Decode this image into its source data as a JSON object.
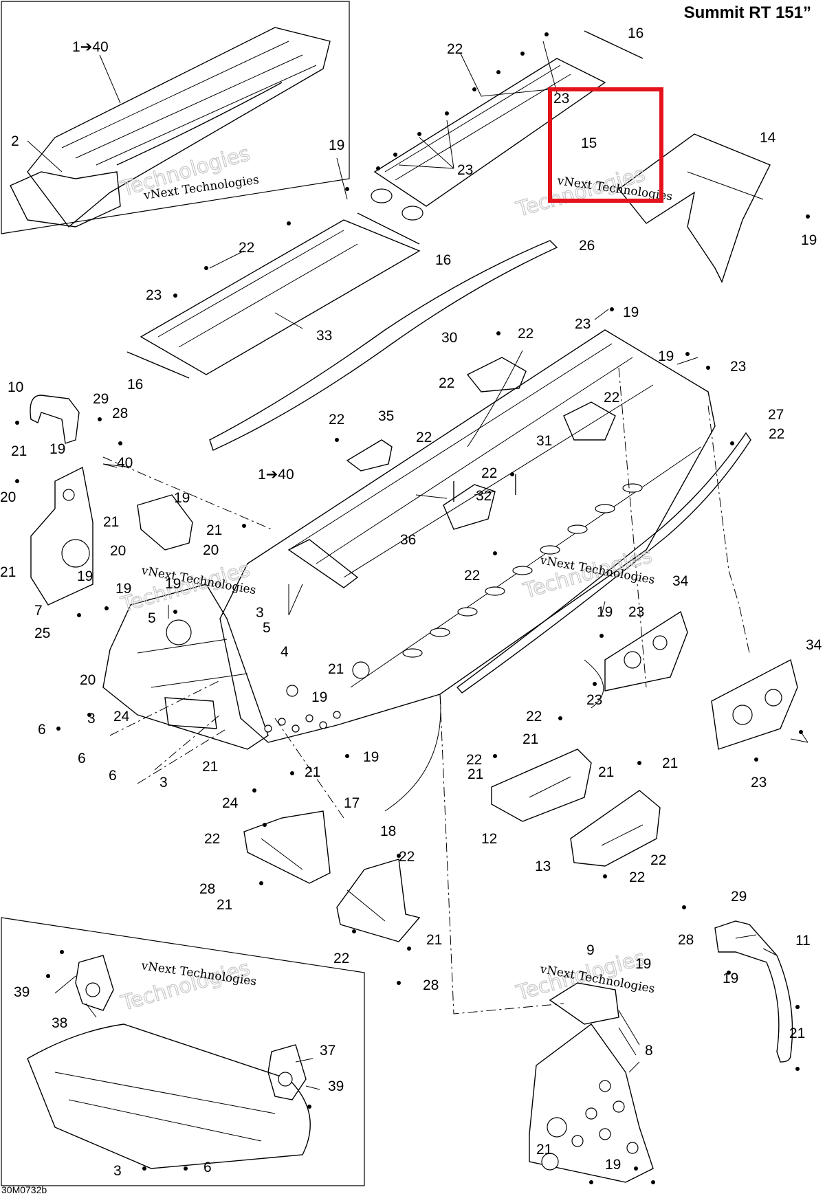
{
  "title": "Summit RT 151”",
  "drawing_code": "30M0732b",
  "highlight_color": "#e3121b",
  "watermark": "vNext Technologies",
  "callouts": [
    {
      "id": "c1",
      "text": "1➔40"
    },
    {
      "id": "c2",
      "text": "2"
    },
    {
      "id": "c16a",
      "text": "16"
    },
    {
      "id": "c22a",
      "text": "22"
    },
    {
      "id": "c23a",
      "text": "23"
    },
    {
      "id": "c15",
      "text": "15"
    },
    {
      "id": "c23b",
      "text": "23"
    },
    {
      "id": "c14",
      "text": "14"
    },
    {
      "id": "c19a",
      "text": "19"
    },
    {
      "id": "c19b",
      "text": "19"
    },
    {
      "id": "c16b",
      "text": "16"
    },
    {
      "id": "c26",
      "text": "26"
    },
    {
      "id": "c22b",
      "text": "22"
    },
    {
      "id": "c23c",
      "text": "23"
    },
    {
      "id": "c33",
      "text": "33"
    },
    {
      "id": "c16c",
      "text": "16"
    },
    {
      "id": "c23d",
      "text": "23"
    },
    {
      "id": "c19c",
      "text": "19"
    },
    {
      "id": "c30",
      "text": "30"
    },
    {
      "id": "c22c",
      "text": "22"
    },
    {
      "id": "c22d",
      "text": "22"
    },
    {
      "id": "c19d",
      "text": "19"
    },
    {
      "id": "c23e",
      "text": "23"
    },
    {
      "id": "c10",
      "text": "10"
    },
    {
      "id": "c29a",
      "text": "29"
    },
    {
      "id": "c28a",
      "text": "28"
    },
    {
      "id": "c22e",
      "text": "22"
    },
    {
      "id": "c27",
      "text": "27"
    },
    {
      "id": "c22f",
      "text": "22"
    },
    {
      "id": "c21a",
      "text": "21"
    },
    {
      "id": "c19e",
      "text": "19"
    },
    {
      "id": "c22g",
      "text": "22"
    },
    {
      "id": "c35",
      "text": "35"
    },
    {
      "id": "c22h",
      "text": "22"
    },
    {
      "id": "c31",
      "text": "31"
    },
    {
      "id": "c40",
      "text": "40"
    },
    {
      "id": "c1b",
      "text": "1➔40"
    },
    {
      "id": "c22i",
      "text": "22"
    },
    {
      "id": "c32",
      "text": "32"
    },
    {
      "id": "c20a",
      "text": "20"
    },
    {
      "id": "c19f",
      "text": "19"
    },
    {
      "id": "c21b",
      "text": "21"
    },
    {
      "id": "c21c",
      "text": "21"
    },
    {
      "id": "c20b",
      "text": "20"
    },
    {
      "id": "c20c",
      "text": "20"
    },
    {
      "id": "c36",
      "text": "36"
    },
    {
      "id": "c21d",
      "text": "21"
    },
    {
      "id": "c19g",
      "text": "19"
    },
    {
      "id": "c22j",
      "text": "22"
    },
    {
      "id": "c7",
      "text": "7"
    },
    {
      "id": "c19h",
      "text": "19"
    },
    {
      "id": "c19i",
      "text": "19"
    },
    {
      "id": "c3a",
      "text": "3"
    },
    {
      "id": "c5a",
      "text": "5"
    },
    {
      "id": "c5b",
      "text": "5"
    },
    {
      "id": "c34a",
      "text": "34"
    },
    {
      "id": "c25",
      "text": "25"
    },
    {
      "id": "c4",
      "text": "4"
    },
    {
      "id": "c23f",
      "text": "23"
    },
    {
      "id": "c19j",
      "text": "19"
    },
    {
      "id": "c34b",
      "text": "34"
    },
    {
      "id": "c20d",
      "text": "20"
    },
    {
      "id": "c21e",
      "text": "21"
    },
    {
      "id": "c23g",
      "text": "23"
    },
    {
      "id": "c19k",
      "text": "19"
    },
    {
      "id": "c3b",
      "text": "3"
    },
    {
      "id": "c24a",
      "text": "24"
    },
    {
      "id": "c6a",
      "text": "6"
    },
    {
      "id": "c22k",
      "text": "22"
    },
    {
      "id": "c21f",
      "text": "21"
    },
    {
      "id": "c6b",
      "text": "6"
    },
    {
      "id": "c22l",
      "text": "22"
    },
    {
      "id": "c19l",
      "text": "19"
    },
    {
      "id": "c6c",
      "text": "6"
    },
    {
      "id": "c21g",
      "text": "21"
    },
    {
      "id": "c21h",
      "text": "21"
    },
    {
      "id": "c3c",
      "text": "3"
    },
    {
      "id": "c21i",
      "text": "21"
    },
    {
      "id": "c21j",
      "text": "21"
    },
    {
      "id": "c21k",
      "text": "21"
    },
    {
      "id": "c23h",
      "text": "23"
    },
    {
      "id": "c24b",
      "text": "24"
    },
    {
      "id": "c17",
      "text": "17"
    },
    {
      "id": "c12",
      "text": "12"
    },
    {
      "id": "c22m",
      "text": "22"
    },
    {
      "id": "c18",
      "text": "18"
    },
    {
      "id": "c22n",
      "text": "22"
    },
    {
      "id": "c13",
      "text": "13"
    },
    {
      "id": "c22o",
      "text": "22"
    },
    {
      "id": "c22p",
      "text": "22"
    },
    {
      "id": "c28b",
      "text": "28"
    },
    {
      "id": "c21l",
      "text": "21"
    },
    {
      "id": "c29b",
      "text": "29"
    },
    {
      "id": "c21m",
      "text": "21"
    },
    {
      "id": "c28c",
      "text": "28"
    },
    {
      "id": "c11",
      "text": "11"
    },
    {
      "id": "c22q",
      "text": "22"
    },
    {
      "id": "c19m",
      "text": "19"
    },
    {
      "id": "c28d",
      "text": "28"
    },
    {
      "id": "c9",
      "text": "9"
    },
    {
      "id": "c19n",
      "text": "19"
    },
    {
      "id": "c21n",
      "text": "21"
    },
    {
      "id": "c39a",
      "text": "39"
    },
    {
      "id": "c38",
      "text": "38"
    },
    {
      "id": "c8",
      "text": "8"
    },
    {
      "id": "c37",
      "text": "37"
    },
    {
      "id": "c39b",
      "text": "39"
    },
    {
      "id": "c21o",
      "text": "21"
    },
    {
      "id": "c3d",
      "text": "3"
    },
    {
      "id": "c6d",
      "text": "6"
    },
    {
      "id": "c19o",
      "text": "19"
    }
  ]
}
